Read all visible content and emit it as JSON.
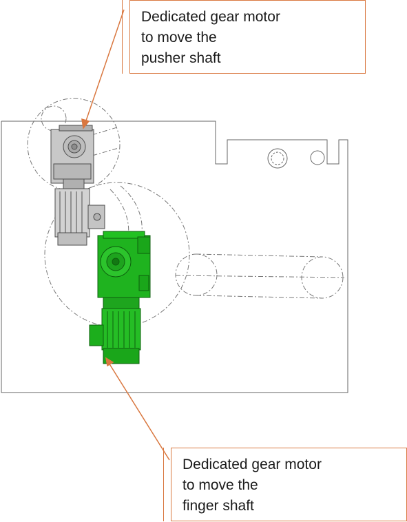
{
  "callouts": {
    "top": {
      "line1": "Dedicated gear motor",
      "line2": "to move the",
      "line3": "pusher shaft"
    },
    "bottom": {
      "line1": "Dedicated gear motor",
      "line2": "to move the",
      "line3": "finger shaft"
    }
  },
  "colors": {
    "accent_arrow": "#d9773f",
    "green_motor": "#1fb31f",
    "gray_motor": "#c8c8c8",
    "outline": "#555555"
  },
  "icons": {
    "pusher_motor": "gray-gear-motor-icon",
    "finger_motor": "green-gear-motor-icon"
  }
}
